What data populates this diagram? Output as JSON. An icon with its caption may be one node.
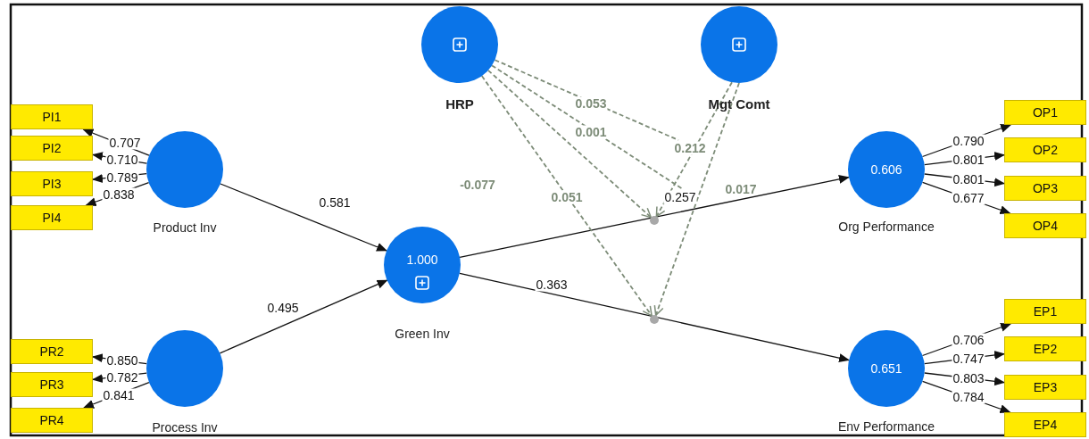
{
  "diagram": {
    "nodes": [
      {
        "text": [
          "HRP"
        ]
      },
      {
        "text": [
          "Mgt Comt"
        ]
      },
      {
        "text": [
          "PI1"
        ]
      },
      {
        "text": [
          "PI2"
        ]
      },
      {
        "text": [
          "PI3"
        ]
      },
      {
        "text": [
          "PI4"
        ]
      },
      {
        "text": [
          "Product Inv"
        ]
      },
      {
        "text": [
          "0.606",
          "Org Performance"
        ]
      },
      {
        "text": [
          "OP1"
        ]
      },
      {
        "text": [
          "OP2"
        ]
      },
      {
        "text": [
          "OP3"
        ]
      },
      {
        "text": [
          "OP4"
        ]
      },
      {
        "text": [],
        "shape": "circle"
      },
      {
        "text": [
          "1.000",
          "Green Inv"
        ]
      },
      {
        "text": [],
        "shape": "circle"
      },
      {
        "text": [
          "PR2"
        ]
      },
      {
        "text": [
          "PR3"
        ]
      },
      {
        "text": [
          "PR4"
        ]
      },
      {
        "text": [
          "Process Inv"
        ]
      },
      {
        "text": [
          "0.651",
          "Env Performance"
        ]
      },
      {
        "text": [
          "EP1"
        ]
      },
      {
        "text": [
          "EP2"
        ]
      },
      {
        "text": [
          "EP3"
        ]
      },
      {
        "text": [
          "EP4"
        ]
      }
    ],
    "edges": [
      {
        "from": 6,
        "to": 2,
        "arrow": "to",
        "label": "0.707"
      },
      {
        "from": 6,
        "to": 3,
        "arrow": "to",
        "label": "0.710"
      },
      {
        "from": 6,
        "to": 4,
        "arrow": "to",
        "label": "0.789"
      },
      {
        "from": 6,
        "to": 5,
        "arrow": "to",
        "label": "0.838"
      },
      {
        "from": 18,
        "to": 15,
        "arrow": "to",
        "label": "0.850"
      },
      {
        "from": 18,
        "to": 16,
        "arrow": "to",
        "label": "0.782"
      },
      {
        "from": 18,
        "to": 17,
        "arrow": "to",
        "label": "0.841"
      },
      {
        "from": 7,
        "to": 8,
        "arrow": "to",
        "label": "0.790"
      },
      {
        "from": 7,
        "to": 9,
        "arrow": "to",
        "label": "0.801"
      },
      {
        "from": 7,
        "to": 10,
        "arrow": "to",
        "label": "0.801"
      },
      {
        "from": 7,
        "to": 11,
        "arrow": "to",
        "label": "0.677"
      },
      {
        "from": 19,
        "to": 20,
        "arrow": "to",
        "label": "0.706"
      },
      {
        "from": 19,
        "to": 21,
        "arrow": "to",
        "label": "0.747"
      },
      {
        "from": 19,
        "to": 22,
        "arrow": "to",
        "label": "0.803"
      },
      {
        "from": 19,
        "to": 23,
        "arrow": "to",
        "label": "0.784"
      },
      {
        "from": 6,
        "to": 13,
        "arrow": "to",
        "label": "0.581"
      },
      {
        "from": 18,
        "to": 13,
        "arrow": "to",
        "label": "0.495"
      },
      {
        "from": 13,
        "to": 7,
        "arrow": "to",
        "label": "0.257"
      },
      {
        "from": 13,
        "to": 19,
        "arrow": "to",
        "label": "0.363"
      },
      {
        "from": 0,
        "to": 12,
        "arrow": "to",
        "style": "dashed",
        "color": "#7d8c78"
      },
      {
        "from": 0,
        "to": 14,
        "arrow": "to",
        "style": "dashed",
        "color": "#7d8c78",
        "label": "0.051"
      },
      {
        "from": 0,
        "to": null,
        "arrow": "none",
        "style": "dashed",
        "color": "#7d8c78",
        "label": "0.053"
      },
      {
        "from": 0,
        "to": null,
        "arrow": "none",
        "style": "dashed",
        "color": "#7d8c78",
        "label": "0.001"
      },
      {
        "from": 1,
        "to": 12,
        "arrow": "to",
        "style": "dashed",
        "color": "#7d8c78",
        "label": "0.212"
      },
      {
        "from": 1,
        "to": 14,
        "arrow": "to",
        "style": "dashed",
        "color": "#7d8c78"
      }
    ],
    "labels": [
      "-0.077",
      "0.017"
    ]
  }
}
